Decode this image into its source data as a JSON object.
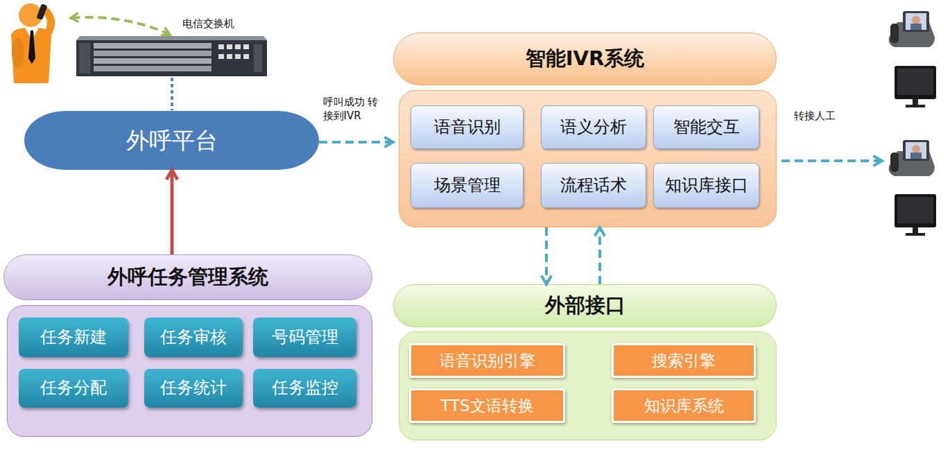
{
  "diagram": {
    "nodes": [
      {
        "text": [
          "外呼平台"
        ]
      },
      {
        "text": [
          "智能IVR系统"
        ]
      },
      {
        "text": [
          "语音识别"
        ],
        "in": 1
      },
      {
        "text": [
          "语义分析"
        ],
        "in": 1
      },
      {
        "text": [
          "智能交互"
        ],
        "in": 1
      },
      {
        "text": [
          "场景管理"
        ],
        "in": 1
      },
      {
        "text": [
          "流程话术"
        ],
        "in": 1
      },
      {
        "text": [
          "知识库接口"
        ],
        "in": 1
      },
      {
        "text": [
          "外呼任务管理系统"
        ]
      },
      {
        "text": [
          "任务新建"
        ],
        "in": 8
      },
      {
        "text": [
          "任务审核"
        ],
        "in": 8
      },
      {
        "text": [
          "号码管理"
        ],
        "in": 8
      },
      {
        "text": [
          "任务分配"
        ],
        "in": 8
      },
      {
        "text": [
          "任务统计"
        ],
        "in": 8
      },
      {
        "text": [
          "任务监控"
        ],
        "in": 8
      },
      {
        "text": [
          "外部接口"
        ]
      },
      {
        "text": [
          "语音识别引擎"
        ],
        "in": 15
      },
      {
        "text": [
          "搜索引擎"
        ],
        "in": 15
      },
      {
        "text": [
          "TTS文语转换"
        ],
        "in": 15
      },
      {
        "text": [
          "知识库系统"
        ],
        "in": 15
      }
    ],
    "edges": [
      {
        "from": 8,
        "to": 0,
        "arrow": "to"
      },
      {
        "from": 0,
        "to": 1,
        "label": "呼叫成功 转接到IVR",
        "arrow": "to"
      },
      {
        "from": 1,
        "to": 15,
        "arrow": "to"
      },
      {
        "from": 15,
        "to": 1,
        "arrow": "to"
      }
    ],
    "labels": [
      "电信交换机",
      "转接人工"
    ]
  }
}
